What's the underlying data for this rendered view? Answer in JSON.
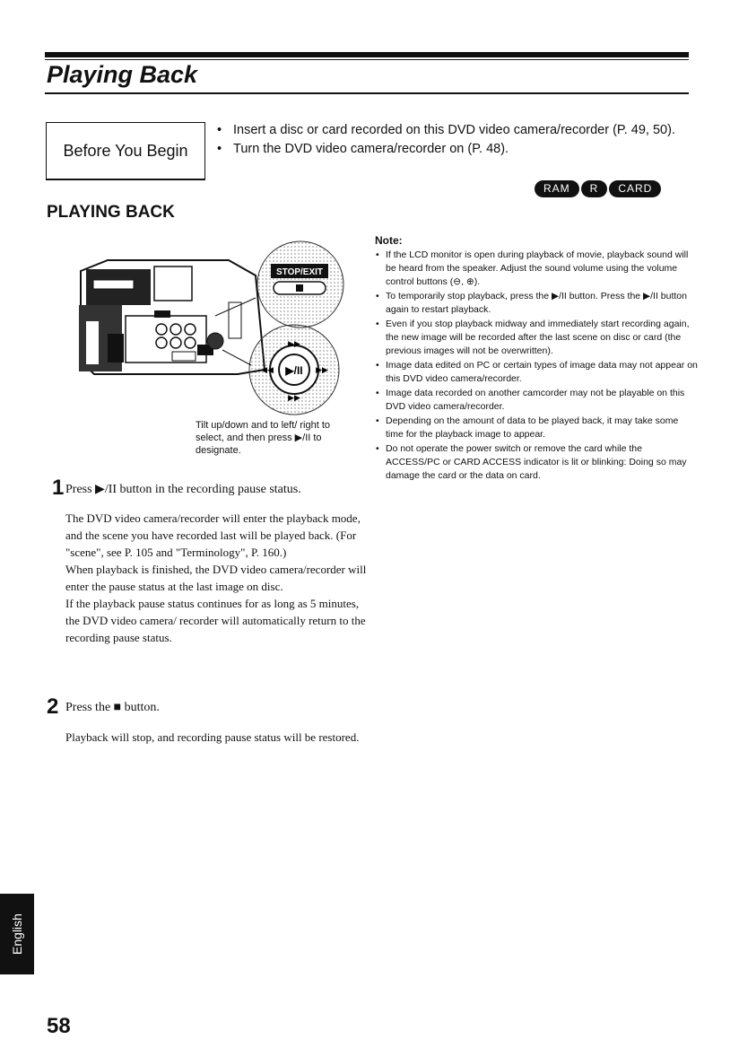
{
  "header": {
    "title": "Playing Back"
  },
  "before_you_begin": {
    "label": "Before You Begin",
    "items": [
      "Insert a disc or card recorded on this DVD video camera/recorder (P. 49, 50).",
      "Turn the DVD video camera/recorder on (P. 48)."
    ]
  },
  "media_badges": [
    "RAM",
    "R",
    "CARD"
  ],
  "section": {
    "title": "PLAYING BACK"
  },
  "illustration": {
    "stop_exit_label": "STOP/EXIT",
    "caption": "Tilt up/down and to left/ right to select, and then press ▶/II to designate."
  },
  "steps": [
    {
      "number": "1",
      "instruction": "Press ▶/II button in the recording pause status.",
      "body": [
        "The DVD video camera/recorder will enter the playback mode, and the scene you have recorded last will be played back. (For \"scene\", see P. 105 and \"Terminology\", P. 160.)",
        "When playback is finished, the DVD video camera/recorder will enter the pause status at the last image on disc.",
        "If the playback pause status continues for as long as 5 minutes, the DVD video camera/ recorder will automatically return to the recording pause status."
      ]
    },
    {
      "number": "2",
      "instruction": "Press the ■ button.",
      "body": [
        "Playback will stop, and recording pause status will be restored."
      ]
    }
  ],
  "notes": {
    "heading": "Note:",
    "items": [
      "If the LCD monitor is open during playback of movie, playback sound will be heard from the speaker. Adjust the sound volume using the volume control buttons (⊖, ⊕).",
      "To temporarily stop playback, press the ▶/II button. Press the ▶/II button again to restart playback.",
      "Even if you stop playback midway and immediately start recording again, the new image will be recorded after the last scene on disc or card (the previous images will not be overwritten).",
      "Image data edited on PC or certain types of image data may not appear on this DVD video camera/recorder.",
      "Image data recorded on another camcorder may not be playable on this DVD video camera/recorder.",
      "Depending on the amount of data to be played back, it may take some time for the playback image to appear.",
      "Do not operate the power switch or remove the card while the ACCESS/PC or CARD ACCESS indicator is lit or blinking: Doing so may damage the card or the data on card."
    ]
  },
  "side_tab": {
    "language": "English"
  },
  "footer": {
    "page_number": "58"
  }
}
